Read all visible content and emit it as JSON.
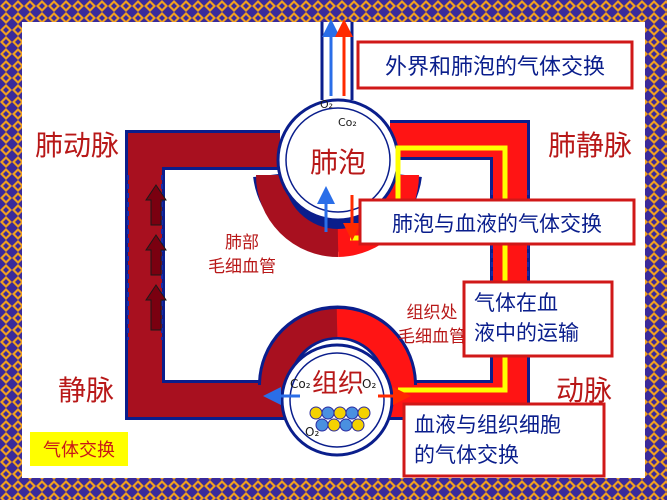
{
  "labels": {
    "pulmonary_artery": "肺动脉",
    "pulmonary_vein": "肺静脉",
    "vein": "静脉",
    "artery": "动脉",
    "alveolus": "肺泡",
    "tissue": "组织",
    "lung_capillary_line1": "肺部",
    "lung_capillary_line2": "毛细血管",
    "tissue_capillary_line1": "组织处",
    "tissue_capillary_line2": "毛细血管",
    "o2_alveolus": "O₂",
    "co2_alveolus": "Co₂",
    "co2_tissue": "Co₂",
    "o2_tissue_right": "O₂",
    "o2_tissue_bottom": "O₂",
    "corner_tag": "气体交换"
  },
  "callouts": {
    "external_exchange": "外界和肺泡的气体交换",
    "alveolus_blood_exchange": "肺泡与血液的气体交换",
    "transport_line1": "气体在血",
    "transport_line2": "液中的运输",
    "blood_tissue_line1": "血液与组织细胞",
    "blood_tissue_line2": "的气体交换"
  },
  "colors": {
    "deoxygenated_blood": "#a8101f",
    "oxygenated_blood": "#ff1414",
    "outline_blue": "#0a1e8c",
    "flow_path": "#ffff00",
    "callout_border": "#d01818",
    "callout_text": "#0a1e8c",
    "side_label": "#b81818",
    "o2_arrow": "#2a6ee8",
    "co2_arrow": "#ff2a00",
    "border_frame": "#3a2a9a"
  }
}
